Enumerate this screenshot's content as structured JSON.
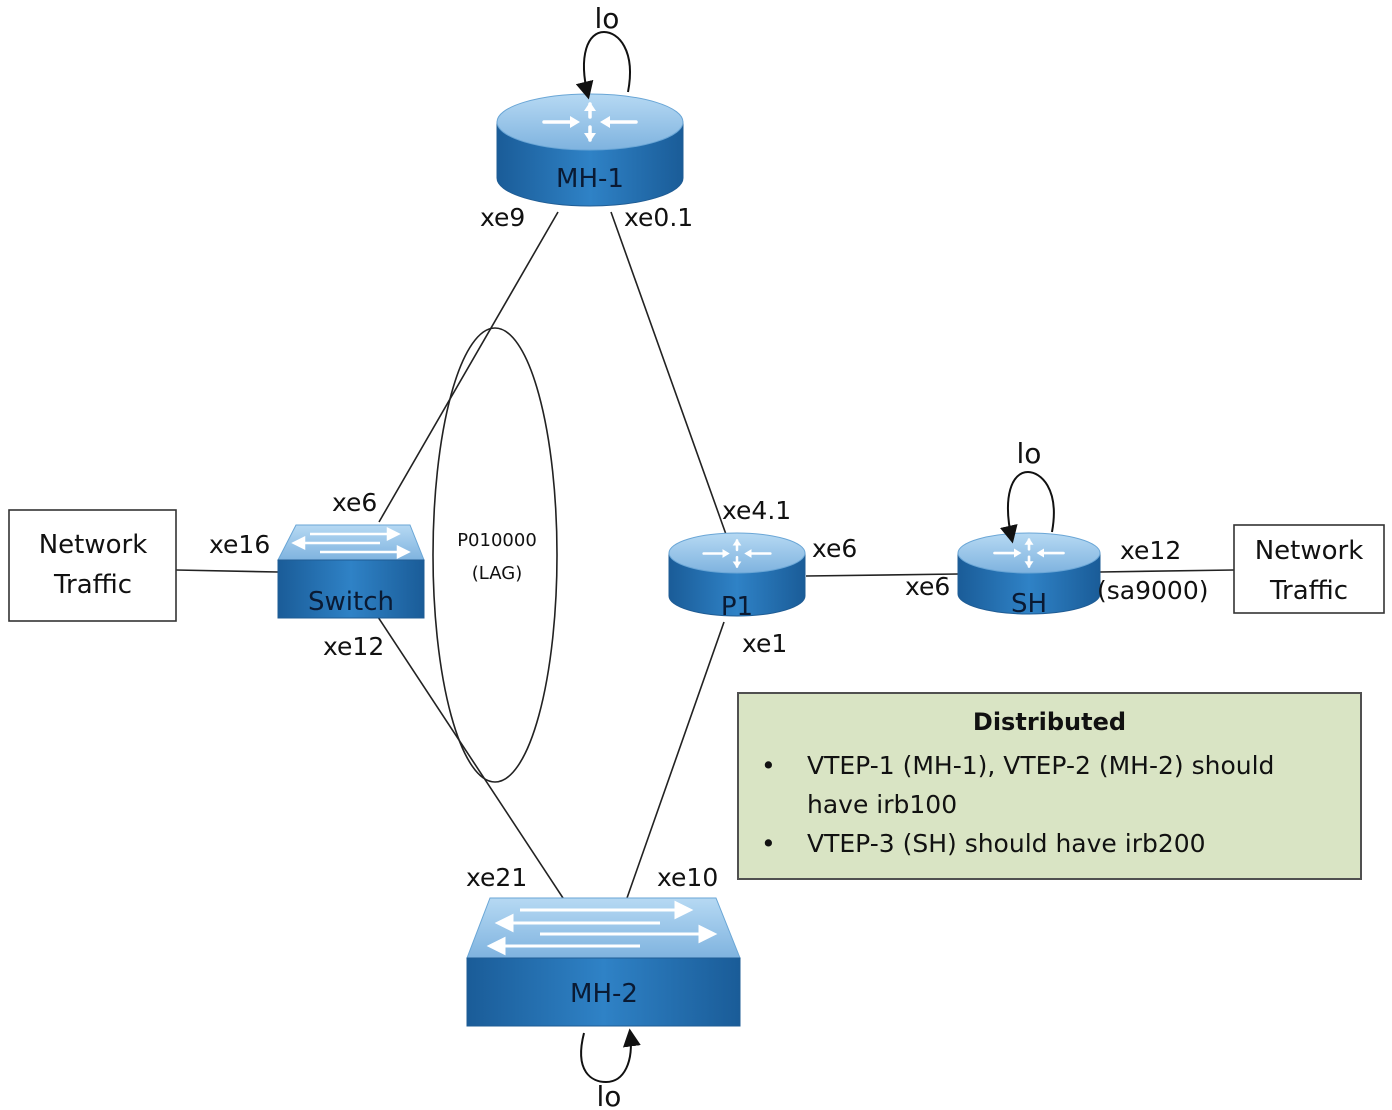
{
  "nodes": {
    "mh1": "MH-1",
    "mh2": "MH-2",
    "switch": "Switch",
    "p1": "P1",
    "sh": "SH"
  },
  "traffic_left": [
    "Network",
    "Traffic"
  ],
  "traffic_right": [
    "Network",
    "Traffic"
  ],
  "loopbacks": {
    "mh1": "lo",
    "sh": "lo",
    "mh2": "lo"
  },
  "lag": {
    "name": "P010000",
    "type": "(LAG)"
  },
  "interfaces": {
    "mh1_left": "xe9",
    "mh1_right": "xe0.1",
    "switch_top": "xe6",
    "switch_left": "xe16",
    "switch_bottom": "xe12",
    "p1_top": "xe4.1",
    "p1_right": "xe6",
    "p1_bottom": "xe1",
    "sh_left": "xe6",
    "sh_right": "xe12",
    "sh_right_sub": "(sa9000)",
    "mh2_left": "xe21",
    "mh2_right": "xe10"
  },
  "note": {
    "title": "Distributed",
    "bullet": "•",
    "items": [
      [
        "VTEP-1 (MH-1), VTEP-2 (MH-2) should",
        "have irb100"
      ],
      [
        "VTEP-3 (SH) should have irb200"
      ]
    ]
  },
  "colors": {
    "device_top": "#9cc8ea",
    "device_side": "#1e6aab",
    "device_outline": "#2d6fa8",
    "note_fill": "#d9e4c4"
  }
}
